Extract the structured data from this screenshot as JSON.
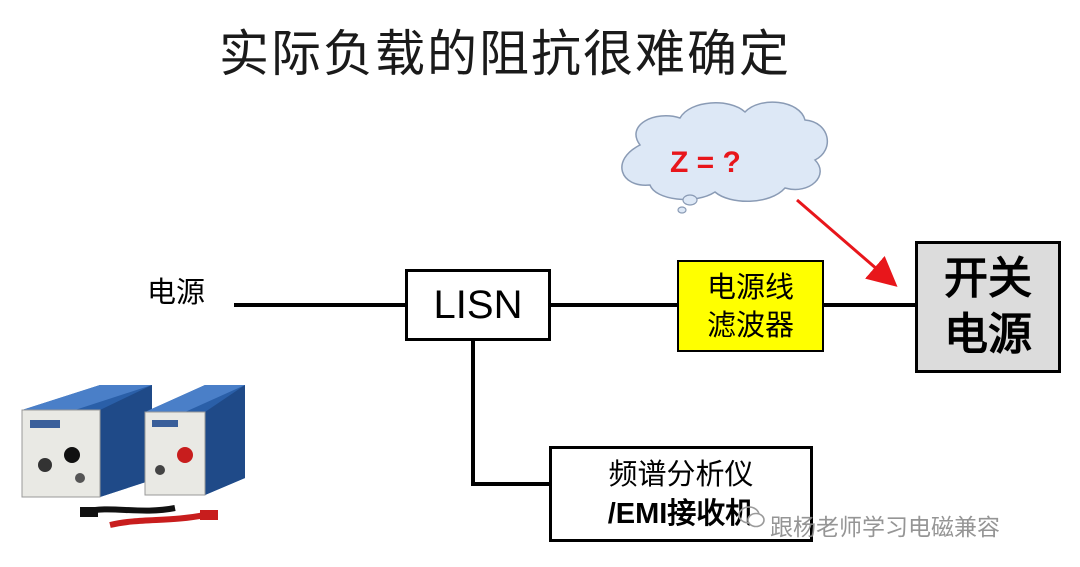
{
  "title": "实际负载的阻抗很难确定",
  "source_label": "电源",
  "lisn_label": "LISN",
  "filter": {
    "line1": "电源线",
    "line2": "滤波器"
  },
  "smps": {
    "line1": "开关",
    "line2": "电源"
  },
  "analyzer": {
    "line1": "频谱分析仪",
    "line2": "/EMI接收机"
  },
  "question": "Z = ?",
  "watermark": "跟杨老师学习电磁兼容",
  "colors": {
    "filter_fill": "#ffff00",
    "smps_fill": "#dcdcdc",
    "arrow": "#e8161b",
    "cloud_fill": "#dde8f6",
    "device_blue": "#2a5fa8"
  }
}
